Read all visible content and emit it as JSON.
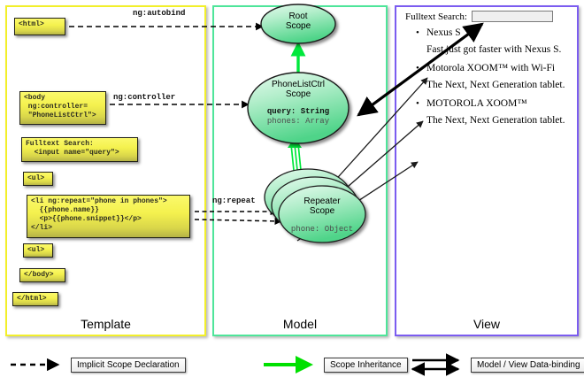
{
  "panels": {
    "template": {
      "label": "Template",
      "border_color": "#f2ef2a"
    },
    "model": {
      "label": "Model",
      "border_color": "#4ee59a"
    },
    "view": {
      "label": "View",
      "border_color": "#7b5cf0"
    }
  },
  "template_code": {
    "html_open": "<html>",
    "body_open": "<body\n ng:controller=\n \"PhoneListCtrl\">",
    "search": "Fulltext Search:\n  <input name=\"query\">",
    "ul_open": "<ul>",
    "li_repeat": "<li ng:repeat=\"phone in phones\">\n  {{phone.name}}\n  <p>{{phone.snippet}}</p>\n</li>",
    "ul_close": "<ul>",
    "body_close": "</body>",
    "html_close": "</html>"
  },
  "edge_labels": {
    "autobind": "ng:autobind",
    "controller": "ng:controller",
    "repeat": "ng:repeat"
  },
  "scopes": {
    "root": {
      "title_line1": "Root",
      "title_line2": "Scope",
      "fill_top": "#d7f6e2",
      "fill_bottom": "#5fd98f"
    },
    "phonelistctrl": {
      "title_line1": "PhoneListCtrl",
      "title_line2": "Scope",
      "prop_bold": "query: String",
      "prop_dim": "phones: Array"
    },
    "repeater": {
      "title_line1": "Repeater",
      "title_line2": "Scope",
      "prop_dim": "phone: Object"
    }
  },
  "view": {
    "search_label": "Fulltext Search:",
    "search_value": "",
    "search_placeholder": "",
    "items": [
      {
        "name": "Nexus S",
        "snippet": "Fast just got faster with Nexus S."
      },
      {
        "name": "Motorola XOOM™  with Wi-Fi",
        "snippet": "The Next, Next Generation tablet."
      },
      {
        "name": "MOTOROLA XOOM™",
        "snippet": "The Next, Next Generation tablet."
      }
    ]
  },
  "legend": [
    {
      "key": "implicit",
      "label": "Implicit Scope Declaration",
      "style": "dashed-arrow",
      "color": "#000000"
    },
    {
      "key": "inherit",
      "label": "Scope Inheritance",
      "style": "solid-arrow",
      "color": "#00e000"
    },
    {
      "key": "binding",
      "label": "Model / View Data-binding",
      "style": "double-arrow",
      "color": "#000000"
    }
  ]
}
